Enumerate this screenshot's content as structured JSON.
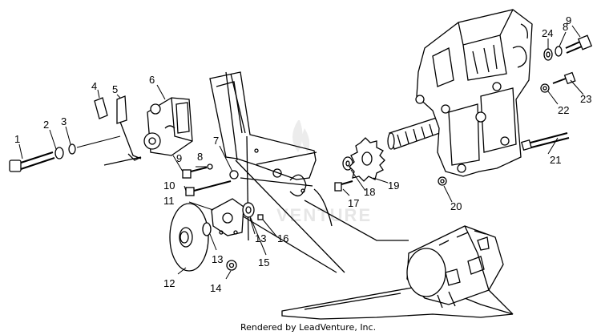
{
  "diagram": {
    "callouts": [
      "1",
      "2",
      "3",
      "4",
      "5",
      "6",
      "7",
      "8",
      "9",
      "10",
      "11",
      "12",
      "13",
      "13",
      "14",
      "15",
      "16",
      "17",
      "18",
      "19",
      "20",
      "21",
      "22",
      "23",
      "24",
      "8",
      "9"
    ],
    "watermark": "VENTURE",
    "credit": "Rendered by LeadVenture, Inc."
  },
  "colors": {
    "line": "#000000",
    "background": "#ffffff",
    "watermark": "#e6e6e6"
  }
}
